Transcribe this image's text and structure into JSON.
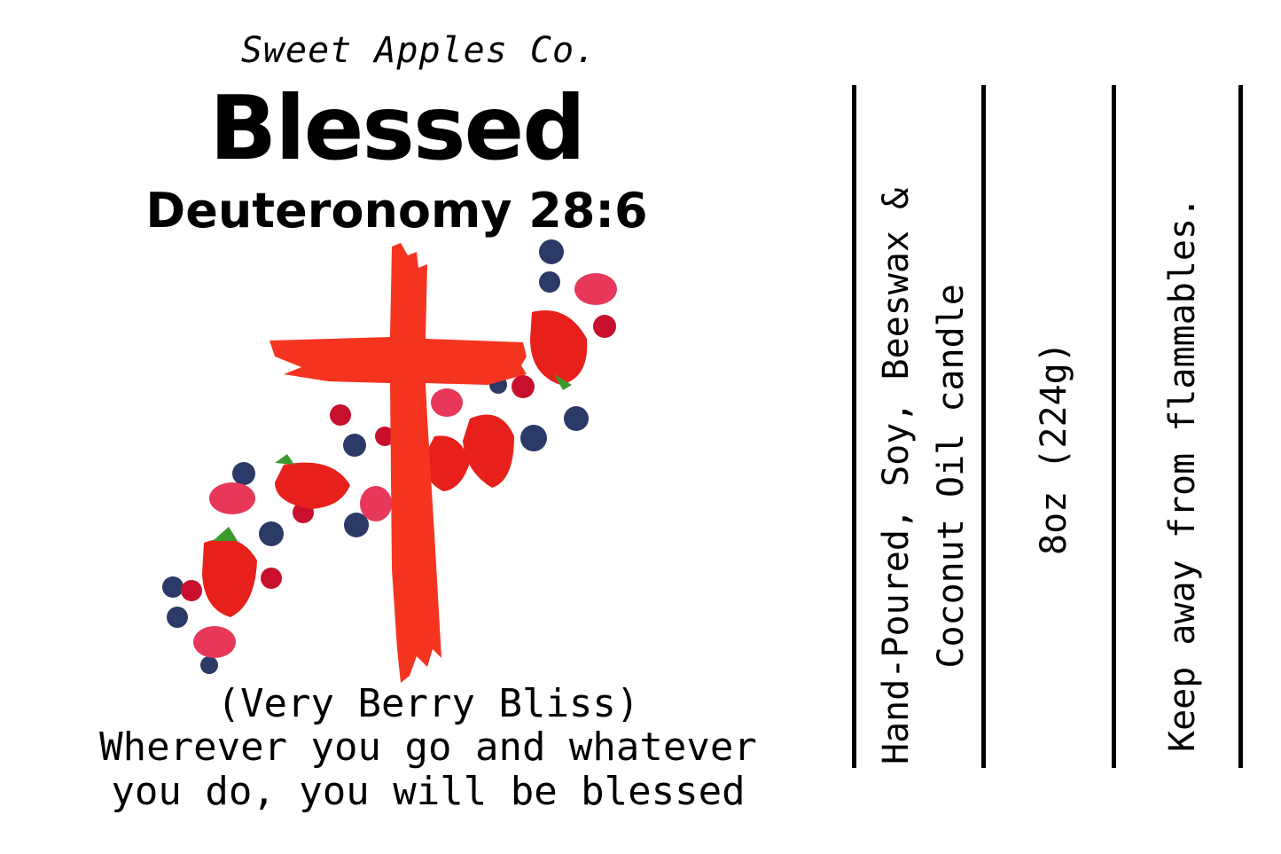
{
  "label": {
    "brand": "Sweet Apples Co.",
    "title": "Blessed",
    "verse": "Deuteronomy 28:6",
    "scent": "(Very Berry Bliss)",
    "quote_line1": "Wherever you go and whatever",
    "quote_line2": "you do, you will be blessed"
  },
  "side_panel": {
    "ingredients_line1": "Hand-Poured, Soy, Beeswax &",
    "ingredients_line2": "Coconut Oil candle",
    "weight": "8oz (224g)",
    "warning": "Keep away from flammables."
  },
  "colors": {
    "cross": "#f53420",
    "strawberry": "#e8201c",
    "blueberry": "#2b3a66",
    "raspberry": "#e8385a",
    "leaf": "#3b9a2c"
  },
  "artwork": {
    "cross_icon": "cross-icon",
    "berries": "berries-illustration"
  }
}
